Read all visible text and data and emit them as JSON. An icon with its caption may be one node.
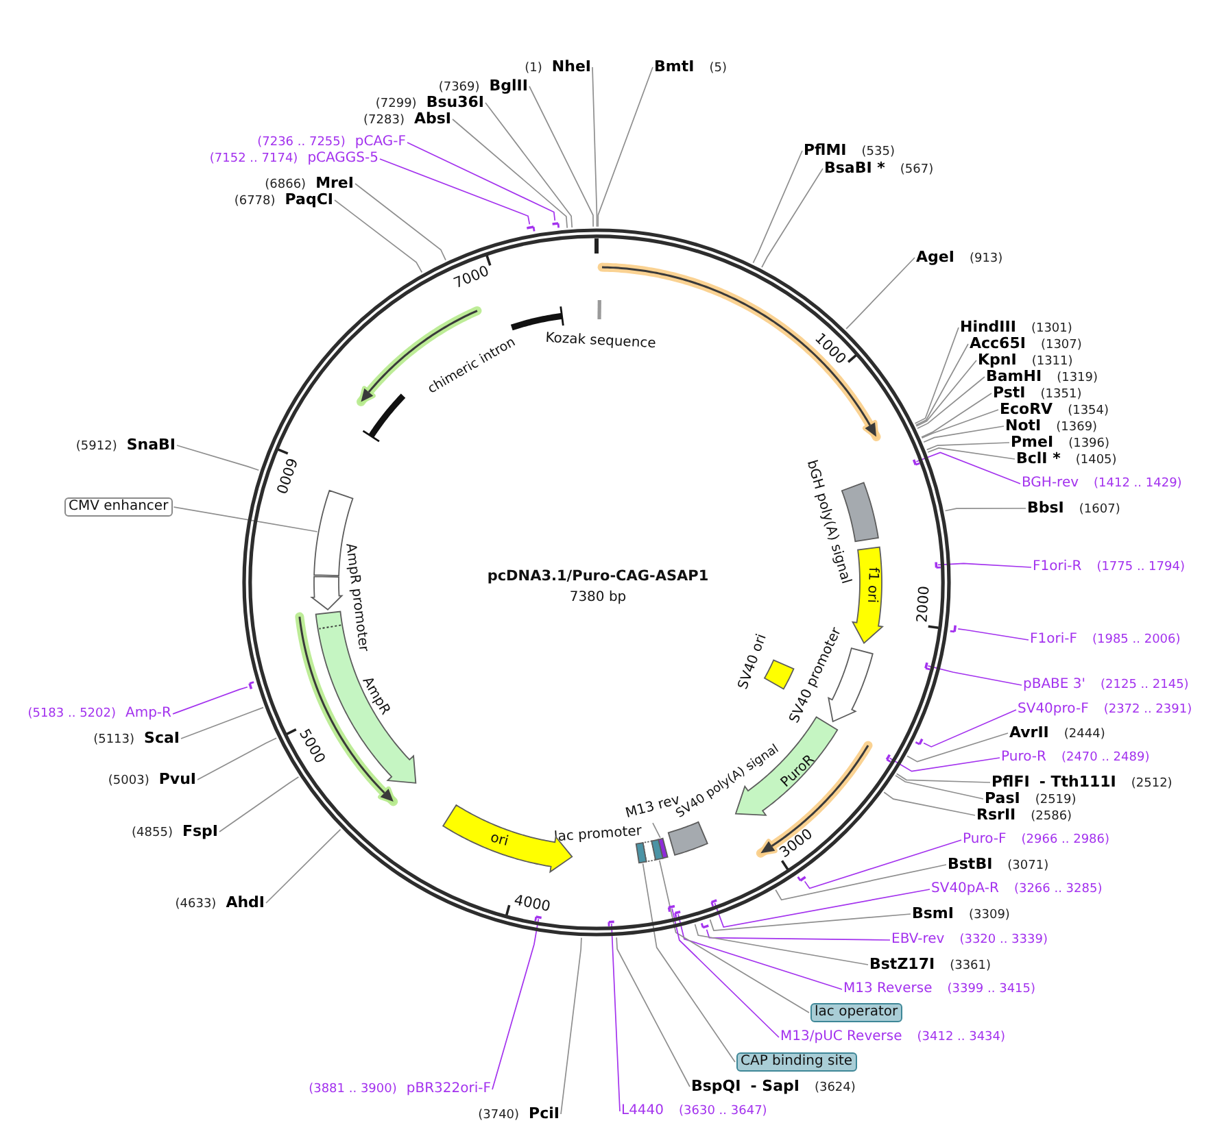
{
  "diagram": {
    "nodes": [
      {
        "text": [
          "pcDNA3.1/Puro-CAG-ASAP1",
          "7380 bp",
          "1000",
          "2000",
          "3000",
          "4000",
          "5000",
          "6000",
          "7000"
        ]
      },
      {
        "text": [
          "(1)",
          "NheI"
        ]
      },
      {
        "text": [
          "BmtI",
          "(5)"
        ]
      },
      {
        "text": [
          "(7369)",
          "BglII"
        ]
      },
      {
        "text": [
          "(7299)",
          "Bsu36I"
        ]
      },
      {
        "text": [
          "(7283)",
          "AbsI"
        ]
      },
      {
        "text": [
          "(7236 .. 7255)",
          "pCAG-F"
        ]
      },
      {
        "text": [],
        "shape": "bar"
      },
      {
        "text": [
          "PflMI",
          "(535)"
        ]
      },
      {
        "text": [
          "(7152 .. 7174)",
          "pCAGGS-5"
        ]
      },
      {
        "text": [],
        "shape": "bar"
      },
      {
        "text": [
          "BsaBI *",
          "(567)"
        ]
      },
      {
        "text": [
          "(6866)",
          "MreI"
        ]
      },
      {
        "text": [
          "(6778)",
          "PaqCI"
        ]
      },
      {
        "text": [
          "AgeI",
          "(913)"
        ]
      },
      {
        "text": [
          "Kozak sequence"
        ],
        "in": 0
      },
      {
        "text": [
          "chimeric intron"
        ],
        "in": 0
      },
      {
        "text": [
          "HindIII",
          "(1301)"
        ]
      },
      {
        "text": [
          "Acc65I",
          "(1307)"
        ]
      },
      {
        "text": [
          "KpnI",
          "(1311)"
        ]
      },
      {
        "text": [
          "BamHI",
          "(1319)"
        ]
      },
      {
        "text": [
          "PstI",
          "(1351)"
        ]
      },
      {
        "text": [
          "EcoRV",
          "(1354)"
        ]
      },
      {
        "text": [
          "NotI",
          "(1369)"
        ]
      },
      {
        "text": [
          "PmeI",
          "(1396)"
        ]
      },
      {
        "text": [
          "(5912)",
          "SnaBI"
        ]
      },
      {
        "text": [
          "BclI *",
          "(1405)"
        ]
      },
      {
        "text": [
          "BGH-rev",
          "(1412 .. 1429)"
        ]
      },
      {
        "text": [],
        "shape": "bar",
        "in": 0
      },
      {
        "text": [
          "bGH poly(A) signal"
        ],
        "in": 0
      },
      {
        "text": [
          "CMV enhancer"
        ]
      },
      {
        "text": [],
        "shape": "box",
        "in": 0
      },
      {
        "text": [
          "BbsI",
          "(1607)"
        ]
      },
      {
        "text": [
          "f1 ori"
        ],
        "in": 0
      },
      {
        "text": [
          "F1ori-R",
          "(1775 .. 1794)"
        ]
      },
      {
        "text": [],
        "shape": "bar",
        "in": 0
      },
      {
        "text": [
          "AmpR promoter"
        ],
        "in": 0
      },
      {
        "text": [
          "F1ori-F",
          "(1985 .. 2006)"
        ]
      },
      {
        "text": [],
        "shape": "bar"
      },
      {
        "text": [
          "SV40 ori"
        ],
        "in": 0
      },
      {
        "text": [
          "SV40 promoter"
        ],
        "in": 0
      },
      {
        "text": [
          "pBABE 3'",
          "(2125 .. 2145)"
        ]
      },
      {
        "text": [],
        "shape": "bar",
        "in": 0
      },
      {
        "text": [
          "AmpR"
        ],
        "in": 0
      },
      {
        "text": [
          "SV40pro-F",
          "(2372 .. 2391)"
        ]
      },
      {
        "text": [],
        "shape": "bar"
      },
      {
        "text": [
          "(5183 .. 5202)",
          "Amp-R"
        ]
      },
      {
        "text": [],
        "shape": "bar"
      },
      {
        "text": [
          "AvrII",
          "(2444)"
        ]
      },
      {
        "text": [
          "(5113)",
          "ScaI"
        ]
      },
      {
        "text": [
          "Puro-R",
          "(2470 .. 2489)"
        ]
      },
      {
        "text": [],
        "shape": "bar",
        "in": 0
      },
      {
        "text": [
          "PuroR"
        ],
        "in": 0
      },
      {
        "text": [
          "(5003)",
          "PvuI"
        ]
      },
      {
        "text": [
          "PflFI",
          "- Tth111I",
          "(2512)"
        ]
      },
      {
        "text": [
          "SV40 poly(A) signal"
        ],
        "in": 0
      },
      {
        "text": [
          "PasI",
          "(2519)"
        ]
      },
      {
        "text": [
          "M13 rev"
        ],
        "in": 0
      },
      {
        "text": [],
        "shape": "box",
        "in": 0
      },
      {
        "text": [
          "RsrII",
          "(2586)"
        ]
      },
      {
        "text": [
          "lac promoter"
        ],
        "in": 0
      },
      {
        "text": [],
        "shape": "box",
        "in": 0
      },
      {
        "text": [],
        "shape": "box",
        "in": 0
      },
      {
        "text": [
          "(4855)",
          "FspI"
        ]
      },
      {
        "text": [
          "ori"
        ],
        "in": 0
      },
      {
        "text": [
          "Puro-F",
          "(2966 .. 2986)"
        ]
      },
      {
        "text": [],
        "shape": "bar"
      },
      {
        "text": [
          "BstBI",
          "(3071)"
        ]
      },
      {
        "text": [
          "SV40pA-R",
          "(3266 .. 3285)"
        ]
      },
      {
        "text": [],
        "shape": "bar",
        "in": 0
      },
      {
        "text": [
          "(4633)",
          "AhdI"
        ]
      },
      {
        "text": [
          "BsmI",
          "(3309)"
        ]
      },
      {
        "text": [
          "EBV-rev",
          "(3320 .. 3339)"
        ]
      },
      {
        "text": [],
        "shape": "bar"
      },
      {
        "text": [
          "BstZ17I",
          "(3361)"
        ]
      },
      {
        "text": [
          "M13 Reverse",
          "(3399 .. 3415)"
        ]
      },
      {
        "text": [],
        "shape": "bar",
        "in": 0
      },
      {
        "text": [
          "lac operator"
        ]
      },
      {
        "text": [
          "M13/pUC Reverse",
          "(3412 .. 3434)"
        ]
      },
      {
        "text": [],
        "shape": "bar",
        "in": 0
      },
      {
        "text": [
          "CAP binding site"
        ]
      },
      {
        "text": [
          "(3881 .. 3900)",
          "pBR322ori-F"
        ]
      },
      {
        "text": [],
        "shape": "bar",
        "in": 0
      },
      {
        "text": [
          "BspQI",
          "- SapI",
          "(3624)"
        ]
      },
      {
        "text": [
          "(3740)",
          "PciI"
        ]
      },
      {
        "text": [
          "L4440",
          "(3630 .. 3647)"
        ]
      },
      {
        "text": [],
        "shape": "bar",
        "in": 0
      }
    ],
    "edges": [
      {
        "from": 1,
        "to": 0,
        "arrow": "none"
      },
      {
        "from": 2,
        "to": 0,
        "arrow": "none"
      },
      {
        "from": 3,
        "to": 0,
        "arrow": "none"
      },
      {
        "from": 4,
        "to": 0,
        "arrow": "none"
      },
      {
        "from": 5,
        "to": 0,
        "arrow": "none"
      },
      {
        "from": 6,
        "to": 7,
        "arrow": "none",
        "color": "#a332ee"
      },
      {
        "from": 8,
        "to": 0,
        "arrow": "none"
      },
      {
        "from": 9,
        "to": 10,
        "arrow": "none",
        "color": "#a332ee"
      },
      {
        "from": 11,
        "to": 0,
        "arrow": "none"
      },
      {
        "from": 12,
        "to": 0,
        "arrow": "none"
      },
      {
        "from": 13,
        "to": 0,
        "arrow": "none"
      },
      {
        "from": 14,
        "to": 0,
        "arrow": "none"
      },
      {
        "from": 17,
        "to": 0,
        "arrow": "none"
      },
      {
        "from": 18,
        "to": 0,
        "arrow": "none"
      },
      {
        "from": 19,
        "to": 0,
        "arrow": "none"
      },
      {
        "from": 20,
        "to": 0,
        "arrow": "none"
      },
      {
        "from": 21,
        "to": 0,
        "arrow": "none"
      },
      {
        "from": 22,
        "to": 0,
        "arrow": "none"
      },
      {
        "from": 23,
        "to": 0,
        "arrow": "none"
      },
      {
        "from": 24,
        "to": 0,
        "arrow": "none"
      },
      {
        "from": 25,
        "to": 0,
        "arrow": "none"
      },
      {
        "from": 26,
        "to": 0,
        "arrow": "none"
      },
      {
        "from": 27,
        "to": 28,
        "arrow": "none",
        "color": "#a332ee"
      },
      {
        "from": 30,
        "to": 31,
        "arrow": "none"
      },
      {
        "from": 32,
        "to": 0,
        "arrow": "none"
      },
      {
        "from": 34,
        "to": 35,
        "arrow": "none",
        "color": "#a332ee"
      },
      {
        "from": 37,
        "to": 38,
        "arrow": "none",
        "color": "#a332ee"
      },
      {
        "from": 41,
        "to": 42,
        "arrow": "none",
        "color": "#a332ee"
      },
      {
        "from": 44,
        "to": 45,
        "arrow": "none",
        "color": "#a332ee"
      },
      {
        "from": 46,
        "to": 47,
        "arrow": "none",
        "color": "#a332ee"
      },
      {
        "from": 48,
        "to": 0,
        "arrow": "none"
      },
      {
        "from": 49,
        "to": 0,
        "arrow": "none"
      },
      {
        "from": 50,
        "to": 51,
        "arrow": "none",
        "color": "#a332ee"
      },
      {
        "from": 53,
        "to": 0,
        "arrow": "none"
      },
      {
        "from": 54,
        "to": 0,
        "arrow": "none"
      },
      {
        "from": 56,
        "to": 0,
        "arrow": "none"
      },
      {
        "from": 57,
        "to": 58,
        "arrow": "none"
      },
      {
        "from": 59,
        "to": 0,
        "arrow": "none"
      },
      {
        "from": 63,
        "to": 0,
        "arrow": "none"
      },
      {
        "from": 65,
        "to": 66,
        "arrow": "none",
        "color": "#a332ee"
      },
      {
        "from": 67,
        "to": 0,
        "arrow": "none"
      },
      {
        "from": 68,
        "to": 69,
        "arrow": "none",
        "color": "#a332ee"
      },
      {
        "from": 70,
        "to": 0,
        "arrow": "none"
      },
      {
        "from": 71,
        "to": 0,
        "arrow": "none"
      },
      {
        "from": 72,
        "to": 73,
        "arrow": "none",
        "color": "#a332ee"
      },
      {
        "from": 74,
        "to": 0,
        "arrow": "none"
      },
      {
        "from": 75,
        "to": 76,
        "arrow": "none",
        "color": "#a332ee"
      },
      {
        "from": 77,
        "to": 61,
        "arrow": "none"
      },
      {
        "from": 78,
        "to": 79,
        "arrow": "none",
        "color": "#a332ee"
      },
      {
        "from": 80,
        "to": 62,
        "arrow": "none"
      },
      {
        "from": 81,
        "to": 82,
        "arrow": "none",
        "color": "#a332ee"
      },
      {
        "from": 83,
        "to": 0,
        "arrow": "none"
      },
      {
        "from": 84,
        "to": 0,
        "arrow": "none"
      },
      {
        "from": 85,
        "to": 86,
        "arrow": "none",
        "color": "#a332ee"
      }
    ]
  }
}
